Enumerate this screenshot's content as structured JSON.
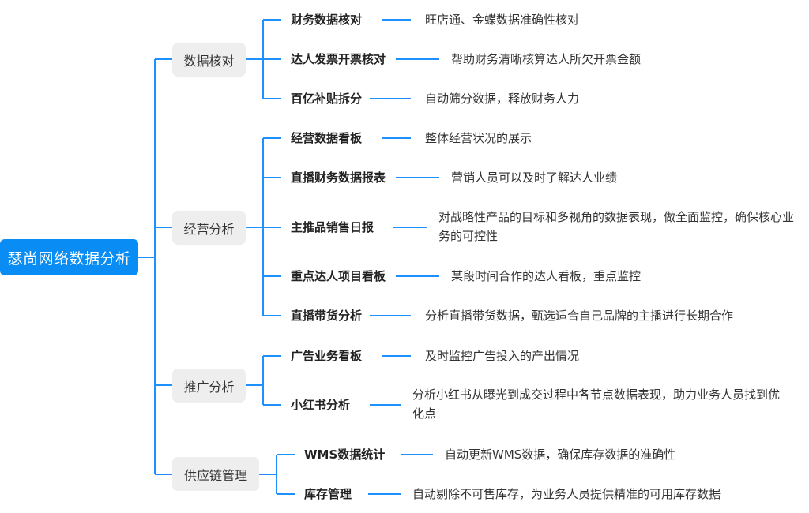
{
  "title": "瑟尚网络数据分析",
  "colors": {
    "accent": "#0a8cf5",
    "line": "#1e90ff",
    "branch_bg": "#eeeeee"
  },
  "branches": [
    {
      "label": "数据核对",
      "children": [
        {
          "label": "财务数据核对",
          "desc": "旺店通、金蝶数据准确性核对"
        },
        {
          "label": "达人发票开票核对",
          "desc": "帮助财务清晰核算达人所欠开票金额"
        },
        {
          "label": "百亿补贴拆分",
          "desc": "自动筛分数据，释放财务人力"
        }
      ]
    },
    {
      "label": "经营分析",
      "children": [
        {
          "label": "经营数据看板",
          "desc": "整体经营状况的展示"
        },
        {
          "label": "直播财务数据报表",
          "desc": "营销人员可以及时了解达人业绩"
        },
        {
          "label": "主推品销售日报",
          "desc": "对战略性产品的目标和多视角的数据表现，做全面监控，确保核心业务的可控性"
        },
        {
          "label": "重点达人项目看板",
          "desc": "某段时间合作的达人看板，重点监控"
        },
        {
          "label": "直播带货分析",
          "desc": "分析直播带货数据，甄选适合自己品牌的主播进行长期合作"
        }
      ]
    },
    {
      "label": "推广分析",
      "children": [
        {
          "label": "广告业务看板",
          "desc": "及时监控广告投入的产出情况"
        },
        {
          "label": "小红书分析",
          "desc": "分析小红书从曝光到成交过程中各节点数据表现，助力业务人员找到优化点"
        }
      ]
    },
    {
      "label": "供应链管理",
      "children": [
        {
          "label": "WMS数据统计",
          "desc": "自动更新WMS数据，确保库存数据的准确性"
        },
        {
          "label": "库存管理",
          "desc": "自动剔除不可售库存，为业务人员提供精准的可用库存数据"
        }
      ]
    }
  ]
}
